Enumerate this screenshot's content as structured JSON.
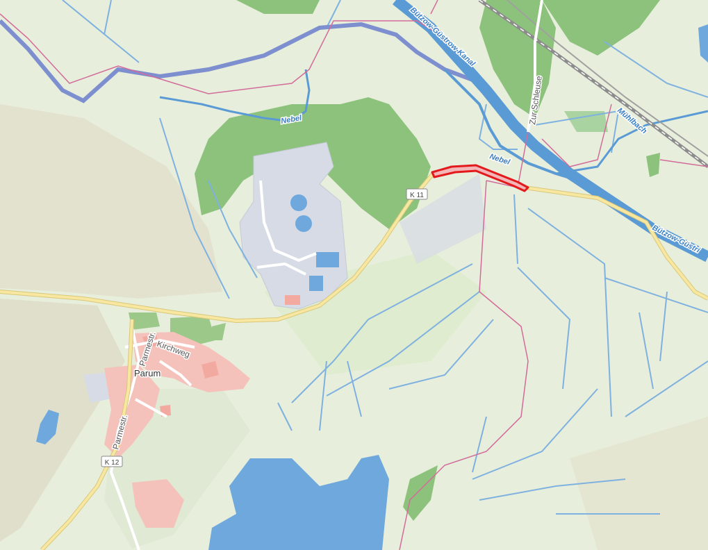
{
  "map": {
    "labels": {
      "nebel_1": "Nebel",
      "nebel_2": "Nebel",
      "canal_1": "Bützow-Güstrow-Kanal",
      "canal_2": "Bützow-Güstri",
      "muhlbach": "Mühlbach",
      "zur_schleuse": "Zur Schleuse",
      "kirchweg": "Kirchweg",
      "parmestr_1": "Parmestr.",
      "parmestr_2": "Parmestr.",
      "parum": "Parum",
      "k11": "K 11",
      "k12": "K 12"
    },
    "colors": {
      "background": "#e7eedb",
      "forest": "#8dc27d",
      "water": "#6fa8dc",
      "river": "#5b9bd5",
      "ditch": "#7fb1e0",
      "road_fill": "#f7e7a0",
      "road_casing": "#d9c77a",
      "footpath": "#d36b9a",
      "railway": "#9a9a9a",
      "residential": "#f2a9a0",
      "industrial": "#d6dbe6",
      "highlight": "#e3191c"
    }
  }
}
